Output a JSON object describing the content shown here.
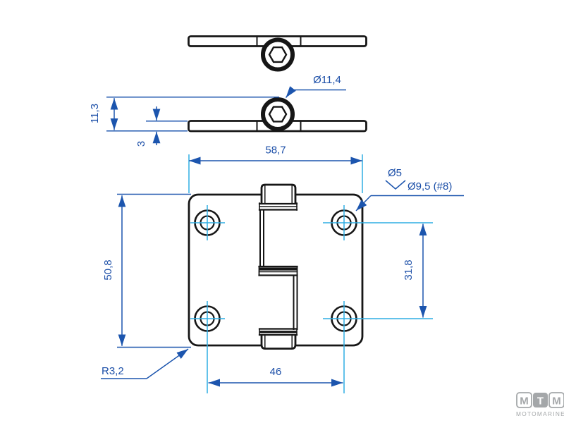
{
  "drawing": {
    "type": "technical-drawing",
    "part": "hinge",
    "dims": {
      "overall_width": "58,7",
      "overall_height": "50,8",
      "hole_pitch_horizontal": "46",
      "hole_pitch_vertical": "31,8",
      "closed_height": "11,3",
      "leaf_thickness": "3",
      "knuckle_diameter": "Ø11,4",
      "hole_diameter": "Ø5",
      "countersink": "Ø9,5 (#8)",
      "corner_radius": "R3,2"
    },
    "colors": {
      "geometry": "#161616",
      "dimension_blue": "#1c55ae",
      "centerline_cyan": "#2fade3",
      "logo_gray": "#a4a7a9",
      "background": "#ffffff"
    }
  },
  "logo": {
    "letters": [
      "M",
      "T",
      "M"
    ],
    "wordmark": "MOTOMARINE"
  }
}
